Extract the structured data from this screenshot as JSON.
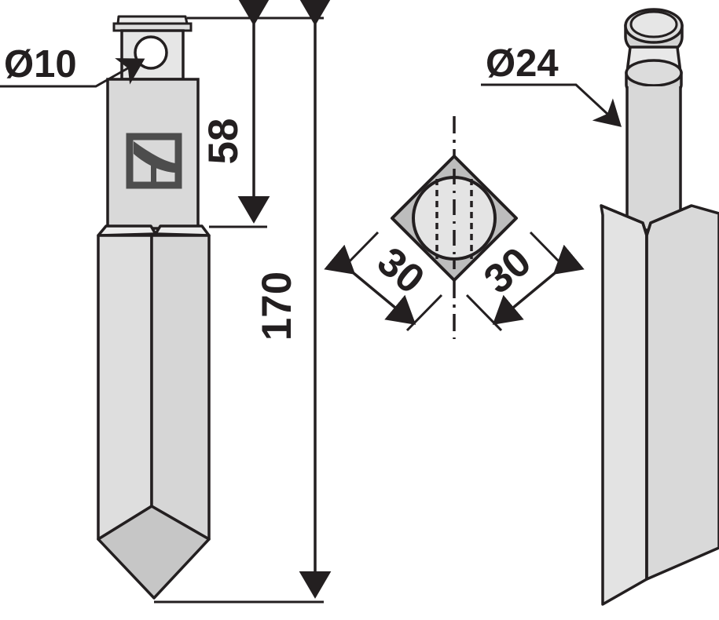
{
  "drawing": {
    "title": "Technical drawing - square shank tine with pointed tip",
    "background_color": "#ffffff",
    "line_color": "#231f20",
    "fill_light": "#e2e2e2",
    "fill_mid": "#d2d2d2",
    "fill_dark": "#bcbcbc",
    "fill_pale": "#ececec",
    "logo_color": "#4d4d4d"
  },
  "views": {
    "front_view": {
      "name": "front-view",
      "description": "Front elevation of square bar tine with head, shoulder and chisel point"
    },
    "section_view": {
      "name": "cross-section-view",
      "description": "Rotated square cross-section with inscribed bore circle"
    },
    "iso_view": {
      "name": "isometric-view",
      "description": "Three dimensional view of the cylindrical head and tapered blade"
    }
  },
  "dimensions": {
    "hole_diameter": {
      "label": "Ø10",
      "name": "diameter-10-label",
      "value": 10,
      "symbol": "Ø",
      "unit": "mm"
    },
    "head_diameter": {
      "label": "Ø24",
      "name": "diameter-24-label",
      "value": 24,
      "symbol": "Ø",
      "unit": "mm"
    },
    "shank_length": {
      "label": "58",
      "name": "length-58-label",
      "value": 58,
      "unit": "mm",
      "orientation": "vertical"
    },
    "overall_length": {
      "label": "170",
      "name": "length-170-label",
      "value": 170,
      "unit": "mm",
      "orientation": "vertical"
    },
    "section_width_left": {
      "label": "30",
      "name": "width-30-left-label",
      "value": 30,
      "unit": "mm",
      "orientation": "diagonal"
    },
    "section_width_right": {
      "label": "30",
      "name": "width-30-right-label",
      "value": 30,
      "unit": "mm",
      "orientation": "diagonal"
    }
  },
  "logo": {
    "name": "manufacturer-logo",
    "shape": "square-frame-with-curve"
  }
}
